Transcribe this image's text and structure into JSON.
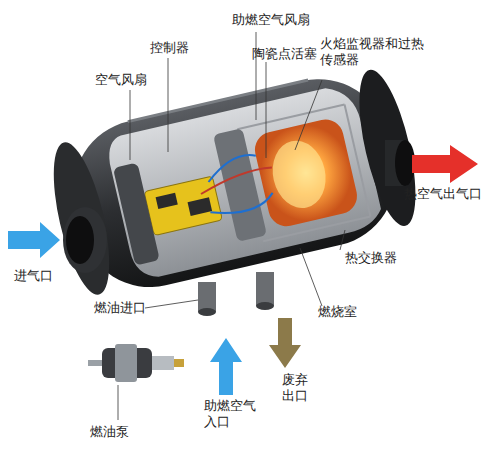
{
  "diagram": {
    "labels": [
      "助燃空气风扇",
      "控制器",
      "陶瓷点活塞",
      "火焰监视器和过热 传感器",
      "空气风扇",
      "热空气出气口",
      "进气口",
      "热交换器",
      "燃烧室",
      "燃油进口",
      "燃油泵",
      "助燃空气 入口",
      "废弃 出口"
    ]
  }
}
